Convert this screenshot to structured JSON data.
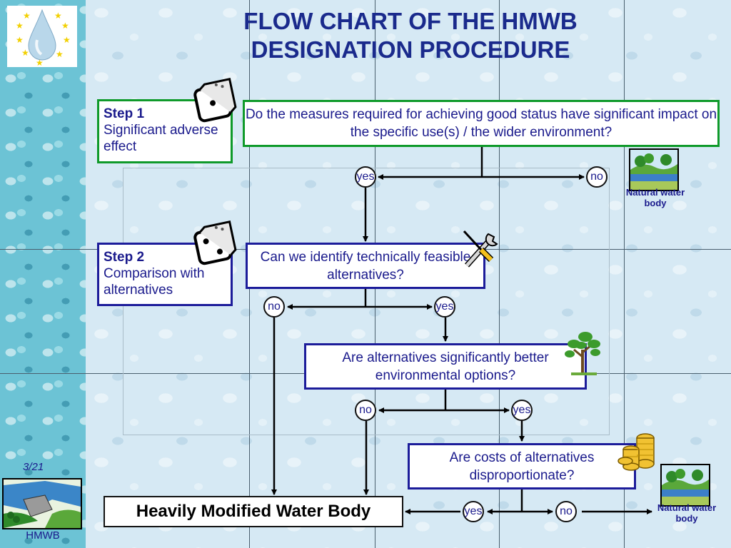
{
  "title": {
    "line1": "FLOW CHART OF THE HMWB",
    "line2": "DESIGNATION PROCEDURE"
  },
  "step1": {
    "heading": "Step 1",
    "text": "Significant adverse effect"
  },
  "step2": {
    "heading": "Step 2",
    "text": "Comparison with alternatives"
  },
  "questions": {
    "q1": "Do the measures required for achieving good status have significant impact on the specific use(s) / the wider environment?",
    "q2": "Can we identify technically feasible alternatives?",
    "q3": "Are alternatives significantly better environmental options?",
    "q4": "Are costs of alternatives disproportionate?"
  },
  "answers": {
    "yes": "yes",
    "no": "no"
  },
  "outcomes": {
    "hmwb": "Heavily Modified Water Body",
    "natural": "Natural water body"
  },
  "footer": {
    "page": "3/21",
    "label": "HMWB"
  },
  "icons": [
    "eu-waterdrop-logo",
    "dice-icon",
    "dice-icon",
    "wrench-screwdriver-icon",
    "tree-icon",
    "coins-icon",
    "landscape-icon",
    "landscape-icon",
    "dam-icon"
  ],
  "colors": {
    "title": "#1a2a8c",
    "text": "#1a1a8c",
    "green_border": "#0f9a2a",
    "blue_border": "#1c1c9a"
  }
}
